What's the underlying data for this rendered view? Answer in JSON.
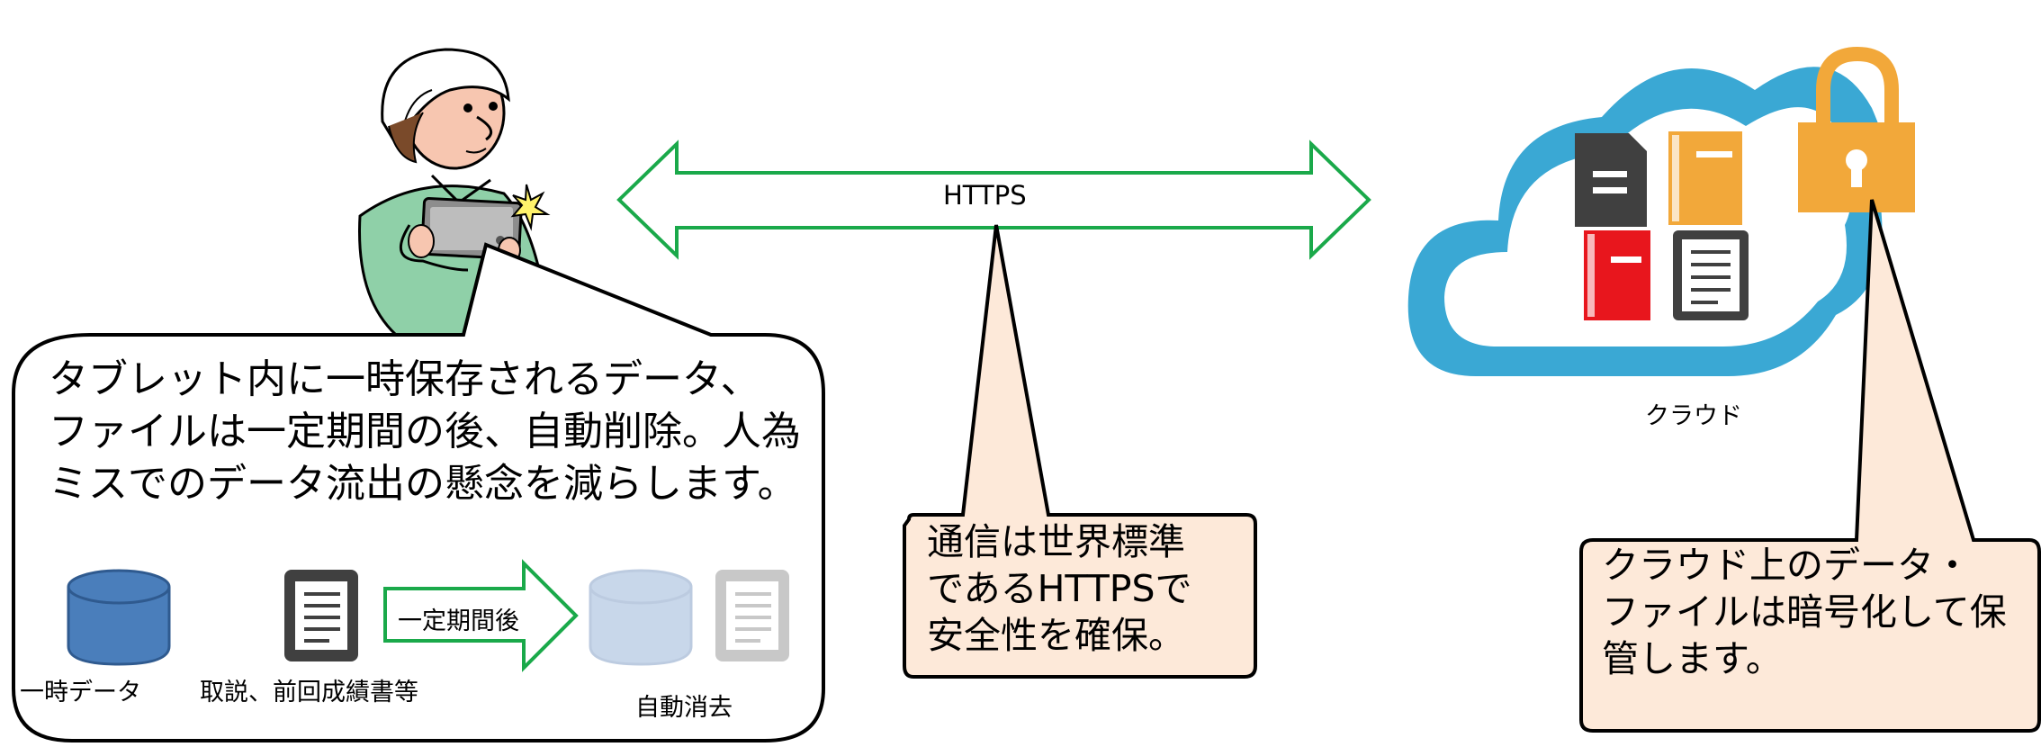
{
  "colors": {
    "arrow_green": "#1aa94a",
    "cloud_blue": "#3aa8d4",
    "lock_orange": "#f2a83a",
    "callout_fill": "#fde9d9",
    "db_blue": "#4a7ebb",
    "faded_blue": "#c8d7ea",
    "doc_dark": "#404040",
    "book_red": "#e8161d",
    "book_orange": "#f2a83a"
  },
  "icons": [
    "worker-with-tablet-icon",
    "cloud-icon",
    "document-icon",
    "book-icon",
    "lock-icon",
    "database-icon",
    "arrow-icon"
  ],
  "connection": {
    "label": "HTTPS"
  },
  "cloud": {
    "label": "クラウド"
  },
  "callouts": {
    "tablet": {
      "lines": [
        "タブレット内に一時保存されるデータ、",
        "ファイルは一定期間の後、自動削除。人為",
        "ミスでのデータ流出の懸念を減らします。"
      ]
    },
    "https": {
      "lines": [
        "通信は世界標準",
        "であるHTTPSで",
        "安全性を確保。"
      ]
    },
    "cloud": {
      "lines": [
        "クラウド上のデータ・",
        "ファイルは暗号化して保",
        "管します。"
      ]
    }
  },
  "flow": {
    "temp_data_label": "一時データ",
    "docs_label": "取説、前回成績書等",
    "arrow_label": "一定期間後",
    "deleted_label": "自動消去"
  }
}
